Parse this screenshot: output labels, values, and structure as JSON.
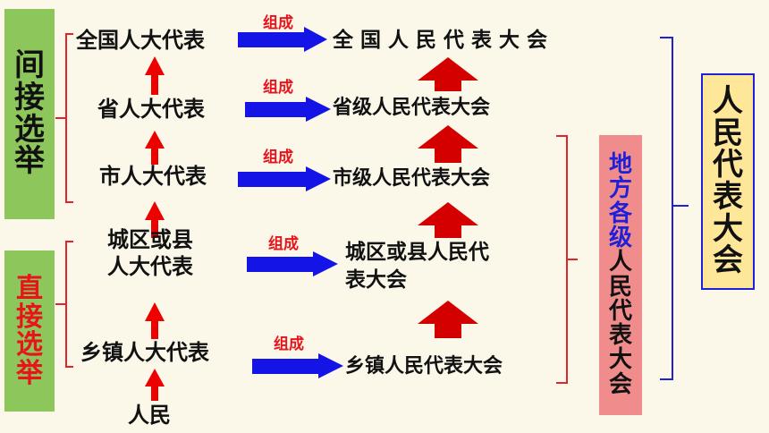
{
  "side_labels": {
    "indirect": [
      "间",
      "接",
      "选",
      "举"
    ],
    "direct": [
      "直",
      "接",
      "选",
      "举"
    ]
  },
  "left_nodes": {
    "national": "全国人大代表",
    "provincial": "省人大代表",
    "city": "市人大代表",
    "county_line1": "城区或县",
    "county_line2": "人大代表",
    "township": "乡镇人大代表",
    "people": "人民"
  },
  "compose_label": "组成",
  "right_nodes": {
    "national": "全 国 人 民 代 表 大 会",
    "provincial": "省级人民代表大会",
    "city": "市级人民代表大会",
    "county_line1": "城区或县人民代",
    "county_line2": "表大会",
    "township": "乡镇人民代表大会"
  },
  "local_box": {
    "blue_chars": [
      "地",
      "方",
      "各",
      "级"
    ],
    "black_chars": [
      "人",
      "民",
      "代",
      "表",
      "大",
      "会"
    ]
  },
  "npc_box": [
    "人",
    "民",
    "代",
    "表",
    "大",
    "会"
  ],
  "colors": {
    "green": "#8dc65a",
    "red_arrow": "#ee0000",
    "blue_arrow": "#1414e6",
    "text_red": "#e8141c",
    "text_blue": "#2020d8",
    "pink": "#f08c8c",
    "yellow": "#ffe79a",
    "bracket": "#e0242e"
  }
}
